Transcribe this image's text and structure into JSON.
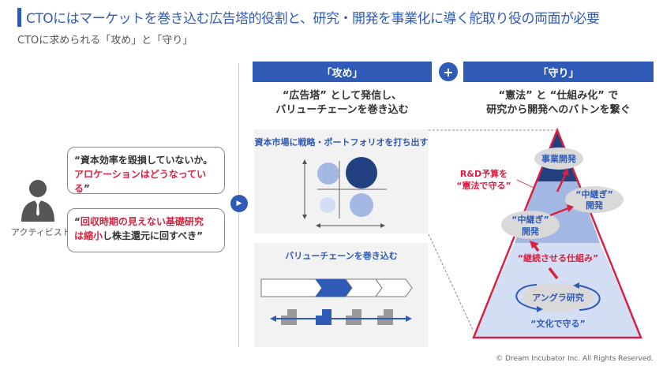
{
  "header": {
    "title": "CTOにはマーケットを巻き込む広告塔的役割と、研究・開発を事業化に導く舵取り役の両面が必要",
    "subtitle": "CTOに求められる「攻め」と「守り」"
  },
  "activist": {
    "label": "アクティビスト",
    "quote1_black": "“資本効率を毀損していないか。",
    "quote1_red": "アロケーションはどうなっている",
    "quote1_end": "”",
    "quote2_open": "“",
    "quote2_red1": "回収時期の見えない基礎研究",
    "quote2_red2": "は縮小",
    "quote2_black": "し株主還元に回すべき”"
  },
  "offense": {
    "header": "「攻め」",
    "lead_line1": "“広告塔” として発信し、",
    "lead_line2": "バリューチェーンを巻き込む",
    "panel1_title": "資本市場に戦略・ポートフォリオを打ち出す",
    "panel2_title": "バリューチェーンを巻き込む"
  },
  "plus": "+",
  "defense": {
    "header": "「守り」",
    "lead_line1": "“憲法” と “仕組み化” で",
    "lead_line2": "研究から開発へのバトンを繋ぐ",
    "top": "事業開発",
    "relay1_l1": "“中継ぎ”",
    "relay1_l2": "開発",
    "relay2_l1": "“中継ぎ”",
    "relay2_l2": "開発",
    "budget_l1": "R&D予算を",
    "budget_l2": "“憲法で守る”",
    "mechanism": "“継続させる仕組み”",
    "underground": "アングラ研究",
    "culture": "“文化で守る”"
  },
  "footer": {
    "copyright": "© Dream Incubator Inc. All Rights Reserved."
  },
  "colors": {
    "brand": "#2f5bb7",
    "accent": "#d8213f",
    "dark": "#22407f"
  }
}
